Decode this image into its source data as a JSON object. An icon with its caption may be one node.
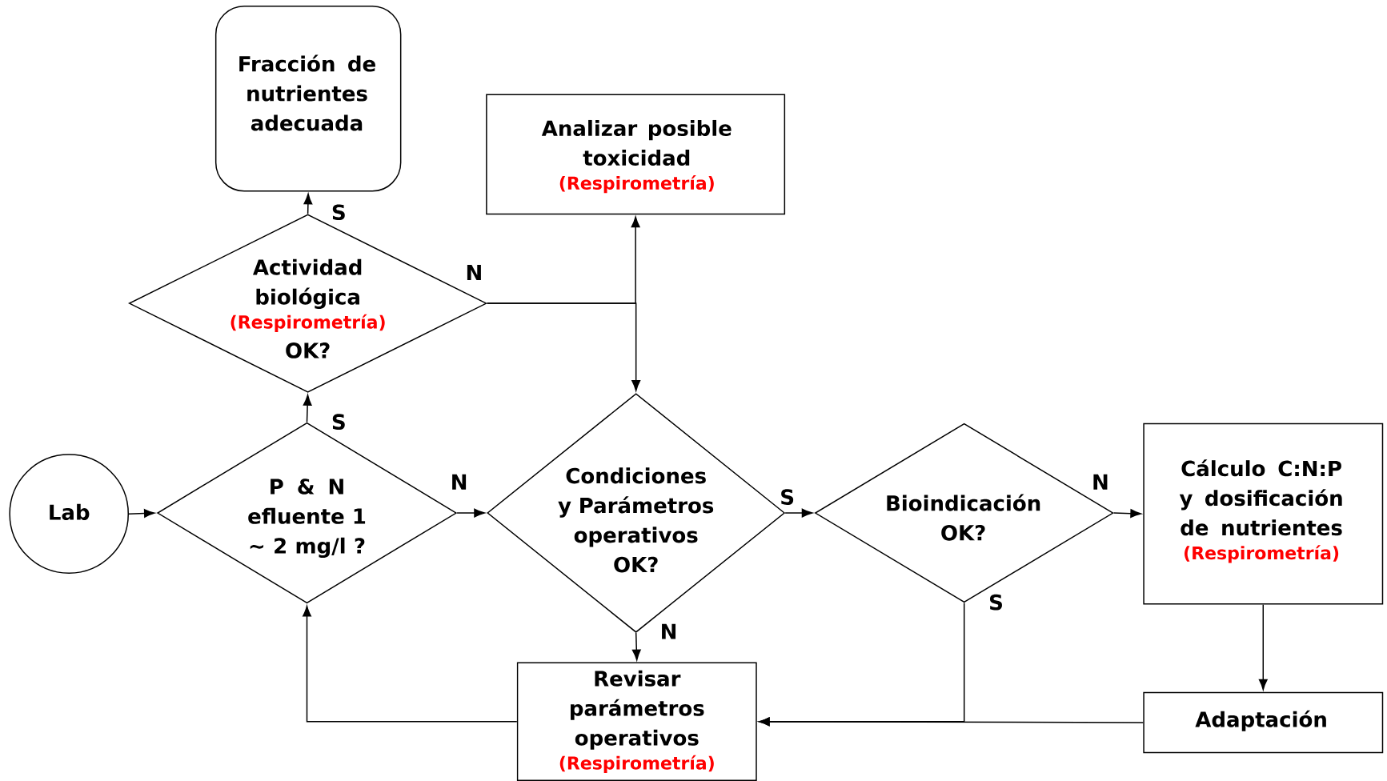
{
  "diagram": {
    "nodes": [
      {
        "text": [
          "Lab"
        ]
      },
      {
        "text": [
          "P & N efluente 1 ~ 2 mg/l ?"
        ]
      },
      {
        "text": [
          "Actividad biológica",
          "(Respirometría)",
          "OK?"
        ]
      },
      {
        "text": [
          "Fracción de nutrientes adecuada"
        ]
      },
      {
        "text": [
          "Analizar posible toxicidad",
          "(Respirometría)"
        ]
      },
      {
        "text": [
          "Condiciones y Parámetros operativos OK?"
        ]
      },
      {
        "text": [
          "Bioindicación OK?"
        ]
      },
      {
        "text": [
          "Cálculo C:N:P y dosificación de nutrientes",
          "(Respirometría)"
        ]
      },
      {
        "text": [
          "Revisar parámetros operativos",
          "(Respirometría)"
        ]
      },
      {
        "text": [
          "Adaptación"
        ]
      }
    ],
    "edges": [
      {
        "from": 0,
        "to": 1,
        "arrow": "to"
      },
      {
        "from": 1,
        "to": 2,
        "arrow": "to",
        "label": "S"
      },
      {
        "from": 2,
        "to": 3,
        "arrow": "to",
        "label": "S"
      },
      {
        "from": 2,
        "to": 4,
        "arrow": "to",
        "label": "N"
      },
      {
        "from": 2,
        "to": 5,
        "arrow": "to"
      },
      {
        "from": 1,
        "to": 5,
        "arrow": "to",
        "label": "N"
      },
      {
        "from": 5,
        "to": 6,
        "arrow": "to",
        "label": "S"
      },
      {
        "from": 5,
        "to": 8,
        "arrow": "to",
        "label": "N"
      },
      {
        "from": 6,
        "to": 7,
        "arrow": "to",
        "label": "N"
      },
      {
        "from": 7,
        "to": 9,
        "arrow": "to"
      },
      {
        "from": 6,
        "to": 8,
        "arrow": "to",
        "label": "S"
      },
      {
        "from": 9,
        "to": 8,
        "arrow": "to"
      },
      {
        "from": 8,
        "to": 1,
        "arrow": "to"
      }
    ]
  }
}
